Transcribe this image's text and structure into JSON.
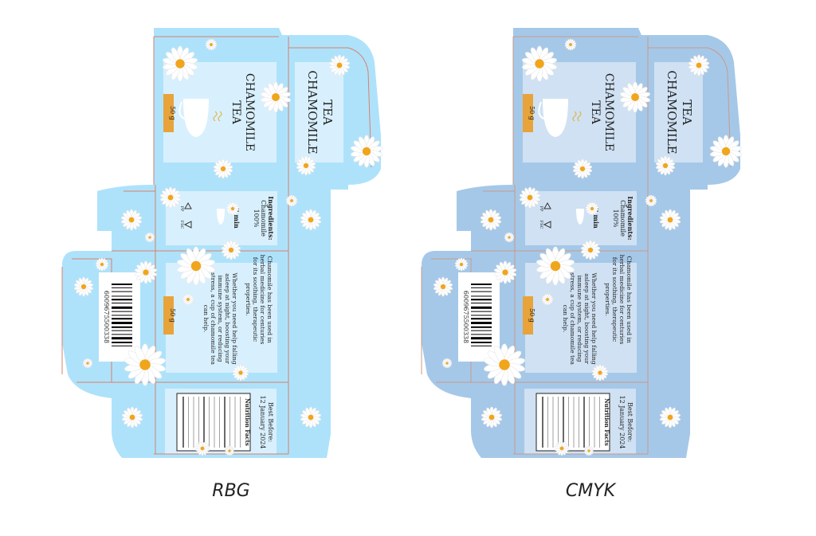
{
  "captions": {
    "left": "RBG",
    "right": "CMYK"
  },
  "colors": {
    "rgb": {
      "outer": "#aee2fb",
      "inner": "#d8f0fd",
      "cut": "#d8806a"
    },
    "cmyk": {
      "outer": "#a5c8e8",
      "inner": "#cfe1f3",
      "cut": "#c99a8a"
    },
    "weight_badge": "#e8a33a",
    "text": "#222222"
  },
  "box": {
    "title_line1": "CHAMOMILE",
    "title_line2": "TEA",
    "weight": "50 g",
    "steam_icon": "steam-icon",
    "ingredients_heading": "Ingredients:",
    "ingredients_line1": "Chamomile",
    "ingredients_line2": "100%",
    "brew_time": "3 min",
    "recycle_label": "PP",
    "fsc_label": "FSC",
    "description_1": [
      "Chamomile has been used in",
      "herbal medicine for centuries",
      "for its soothing, therapeutic",
      "properties."
    ],
    "description_2": [
      "Whether you need help falling",
      "asleep at night, boosting your",
      "immune system, or reducing",
      "stress, a cup of chamomile tea",
      "can help."
    ],
    "barcode_number": "6009675500338",
    "best_before_label": "Best Before:",
    "best_before_date": "12 January 2024",
    "nutrition_title": "Nutrition Facts"
  }
}
